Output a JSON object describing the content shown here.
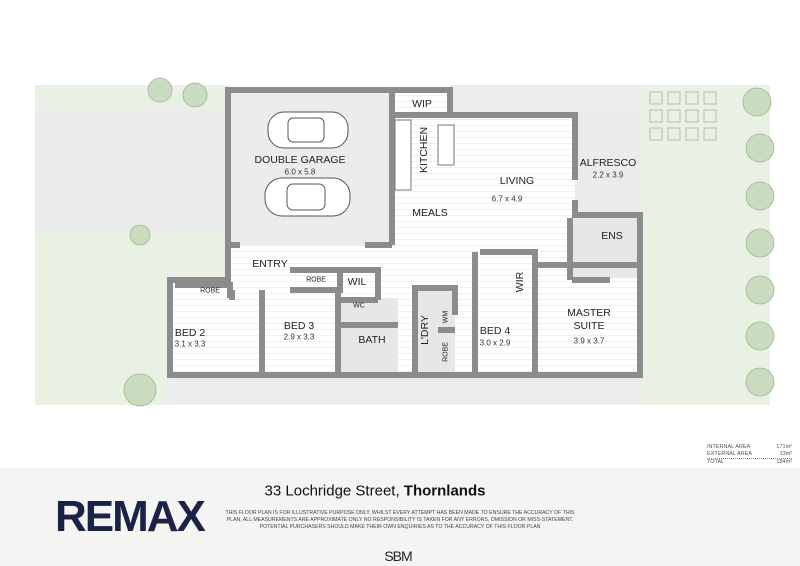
{
  "rooms": {
    "garage": {
      "label": "DOUBLE GARAGE",
      "size": "6.0 x 5.8"
    },
    "wip": {
      "label": "WIP"
    },
    "kitchen": {
      "label": "KITCHEN"
    },
    "living": {
      "label": "LIVING",
      "size": "6.7 x 4.9"
    },
    "meals": {
      "label": "MEALS"
    },
    "alfresco": {
      "label": "ALFRESCO",
      "size": "2.2 x 3.9"
    },
    "ens": {
      "label": "ENS"
    },
    "entry": {
      "label": "ENTRY"
    },
    "wil": {
      "label": "WIL"
    },
    "robe1": {
      "label": "ROBE"
    },
    "robe2": {
      "label": "ROBE"
    },
    "robe3": {
      "label": "ROBE"
    },
    "wir": {
      "label": "WIR"
    },
    "master": {
      "label1": "MASTER",
      "label2": "SUITE",
      "size": "3.9 x 3.7"
    },
    "bed2": {
      "label": "BED 2",
      "size": "3.1 x 3.3"
    },
    "bed3": {
      "label": "BED 3",
      "size": "2.9 x 3.3"
    },
    "bed4": {
      "label": "BED 4",
      "size": "3.0 x 2.9"
    },
    "wc": {
      "label": "WC"
    },
    "bath": {
      "label": "BATH"
    },
    "ldry": {
      "label": "L'DRY"
    },
    "wm": {
      "label": "WM"
    }
  },
  "areas": [
    {
      "label": "INTERNAL AREA",
      "value": "171m²"
    },
    {
      "label": "EXTERNAL AREA",
      "value": "13m²"
    },
    {
      "label": "TOTAL",
      "value": "184m²"
    }
  ],
  "address": {
    "street": "33 Lochridge Street,",
    "suburb": "Thornlands"
  },
  "disclaimer": "THIS FLOOR PLAN IS FOR ILLUSTRATIVE PURPOSE ONLY. WHILST EVERY ATTEMPT HAS BEEN MADE TO ENSURE THE ACCURACY OF THIS PLAN, ALL MEASUREMENTS ARE APPROXIMATE ONLY NO RESPONSIBILITY IS TAKEN FOR ANY ERRORS, OMISSION OR MISS-STATEMENT. POTENTIAL PURCHASERS SHOULD MAKE THEIR OWN ENQUIRIES AS TO THE ACCURACY OF THIS FLOOR PLAN",
  "logos": {
    "brand": "REMAX",
    "maker": "SBM"
  },
  "colors": {
    "wall": "#8c8c8c",
    "lawn": "#e9f1e4",
    "paving": "#ededed",
    "brand": "#1b2247"
  }
}
